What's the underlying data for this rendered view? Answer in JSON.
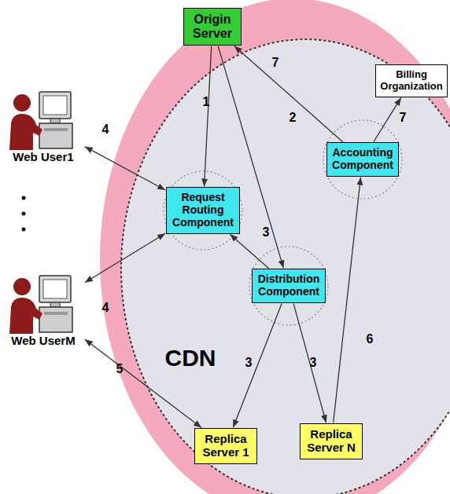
{
  "diagram": {
    "nodes": [
      {
        "text": [
          "Origin Server"
        ]
      },
      {
        "text": [
          "Billing Organization"
        ]
      },
      {
        "text": [
          "Web User1"
        ]
      },
      {
        "text": [
          "Request Routing Component"
        ]
      },
      {
        "text": [
          "Accounting Component"
        ]
      },
      {
        "text": [
          "Distribution Component"
        ]
      },
      {
        "text": [
          "Web UserM"
        ]
      },
      {
        "text": [
          "Replica Server 1"
        ]
      },
      {
        "text": [
          "Replica Server N"
        ]
      }
    ],
    "edges": [
      {
        "from": 0,
        "to": 3,
        "label": "1",
        "arrow": "to"
      },
      {
        "from": 0,
        "to": 5,
        "label": "2",
        "arrow": "to"
      },
      {
        "from": 5,
        "to": 3,
        "label": "3",
        "arrow": "to"
      },
      {
        "from": 5,
        "to": 7,
        "label": "3",
        "arrow": "to"
      },
      {
        "from": 5,
        "to": 8,
        "label": "3",
        "arrow": "to"
      },
      {
        "from": 3,
        "to": 2,
        "label": "4",
        "arrow": "both"
      },
      {
        "from": 3,
        "to": 6,
        "label": "4",
        "arrow": "both"
      },
      {
        "from": 6,
        "to": 7,
        "label": "5",
        "arrow": "both"
      },
      {
        "from": 8,
        "to": 4,
        "label": "6",
        "arrow": "to"
      },
      {
        "from": 4,
        "to": 0,
        "label": "7",
        "arrow": "to"
      },
      {
        "from": 4,
        "to": 1,
        "label": "7",
        "arrow": "to"
      }
    ],
    "labels": [
      "CDN"
    ]
  }
}
